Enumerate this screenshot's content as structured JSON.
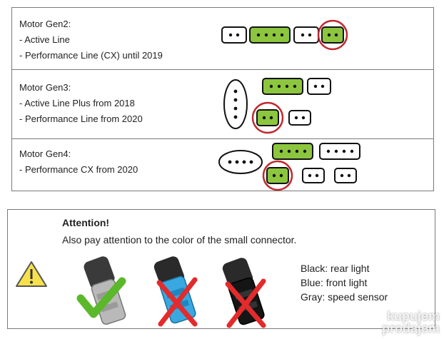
{
  "rows": [
    {
      "title": "Motor Gen2:",
      "lines": [
        "- Active Line",
        "- Performance Line (CX) until 2019"
      ]
    },
    {
      "title": "Motor Gen3:",
      "lines": [
        "- Active Line Plus from 2018",
        "- Performance Line from 2020"
      ]
    },
    {
      "title": "Motor Gen4:",
      "lines": [
        "- Performance CX from 2020"
      ]
    }
  ],
  "attention": {
    "title": "Attention!",
    "subtitle": "Also pay attention to the color of the small connector.",
    "legend": [
      "Black: rear light",
      "Blue: front light",
      "Gray: speed sensor"
    ]
  },
  "colors": {
    "connector_green": "#8cc63f",
    "highlight_circle": "#c0282d",
    "check_green": "#5bb82a",
    "cross_red": "#e32b2b",
    "warning_yellow": "#f7e04b"
  },
  "icons": [
    "warning-triangle-icon",
    "check-icon",
    "cross-icon"
  ],
  "watermark": {
    "line1": "kupujem",
    "line2": "prodajem"
  }
}
